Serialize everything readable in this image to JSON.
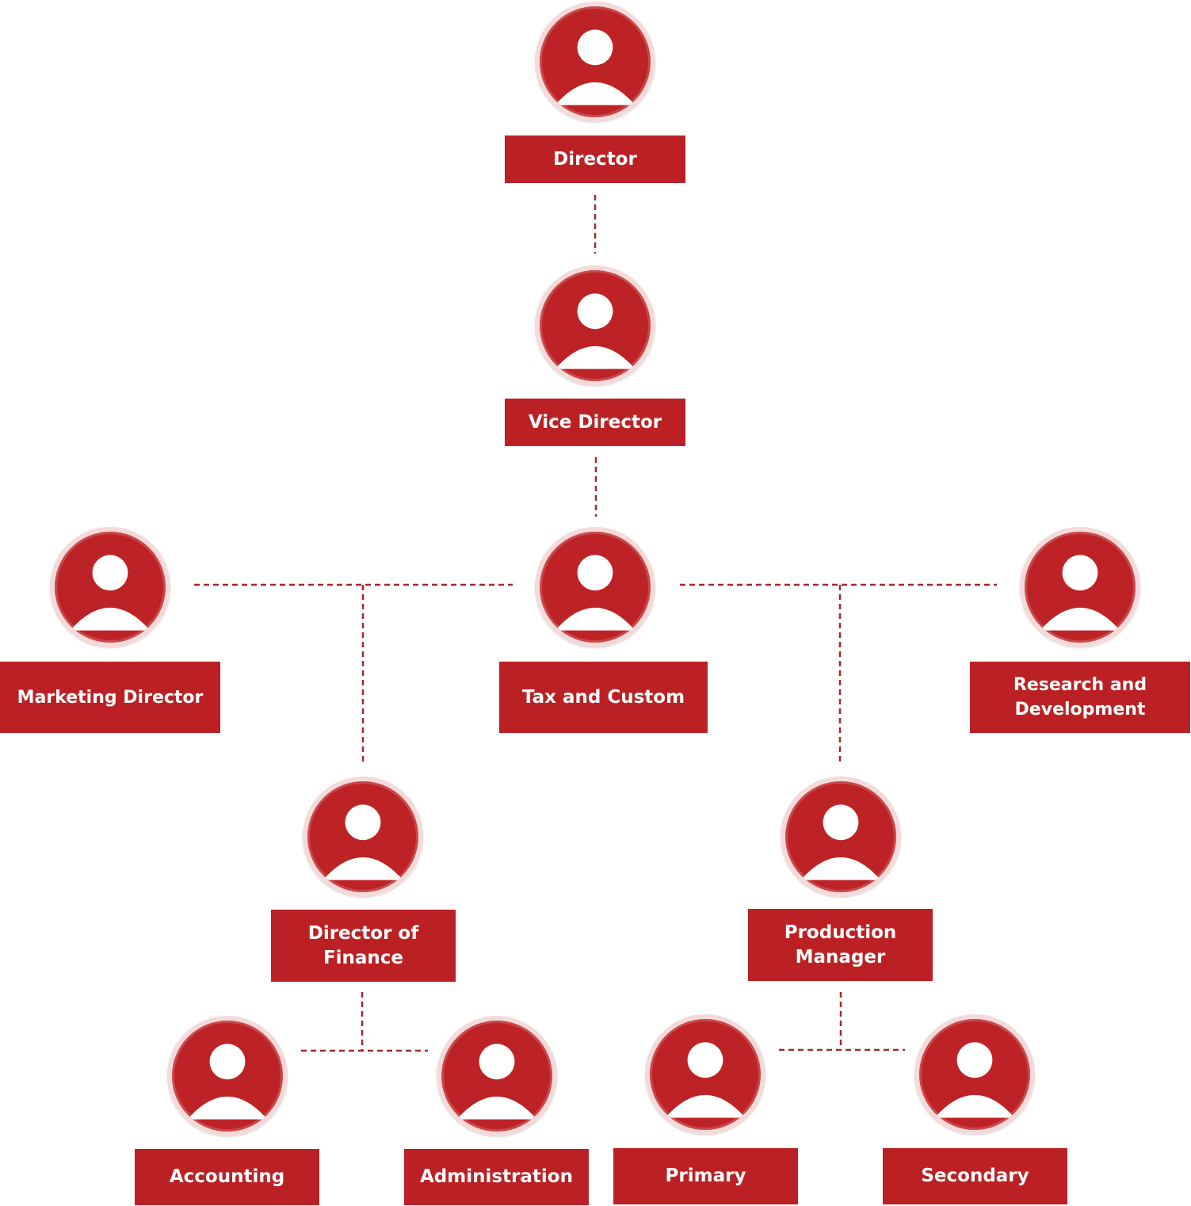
{
  "colors": {
    "primary": "#bb2124",
    "avatar_fill": "#bd2326",
    "avatar_ring": "#f4dada",
    "connector": "#a3292c",
    "icon": "#ffffff"
  },
  "icon_name": "person-icon",
  "nodes": {
    "director": {
      "label": "Director"
    },
    "vice_director": {
      "label": "Vice Director"
    },
    "marketing_director": {
      "label": "Marketing Director"
    },
    "tax_and_custom": {
      "label": "Tax and Custom"
    },
    "research_and_development": {
      "label": "Research and\nDevelopment"
    },
    "director_of_finance": {
      "label": "Director of\nFinance"
    },
    "production_manager": {
      "label": "Production\nManager"
    },
    "accounting": {
      "label": "Accounting"
    },
    "administration": {
      "label": "Administration"
    },
    "primary": {
      "label": "Primary"
    },
    "secondary": {
      "label": "Secondary"
    }
  }
}
